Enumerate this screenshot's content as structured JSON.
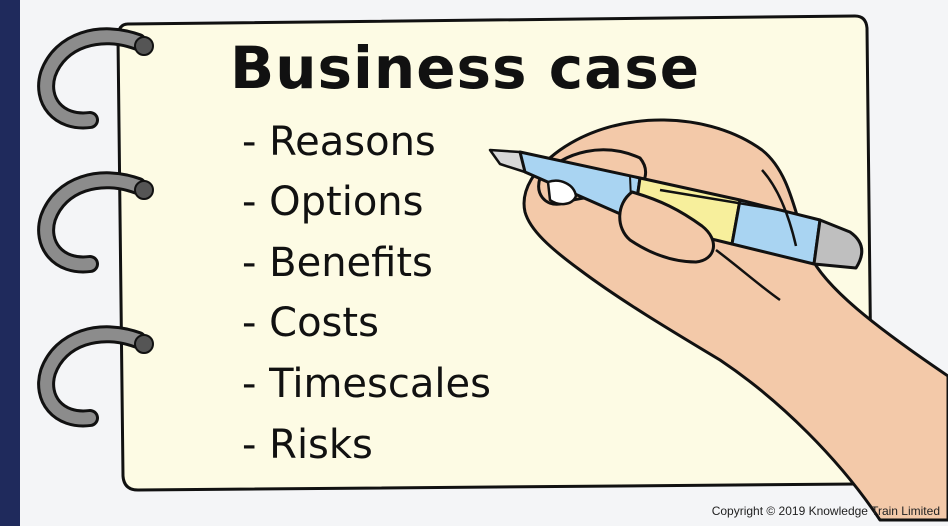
{
  "notepad": {
    "title": "Business case",
    "items": [
      {
        "label": "- Reasons"
      },
      {
        "label": "- Options"
      },
      {
        "label": "- Benefits"
      },
      {
        "label": "- Costs"
      },
      {
        "label": "- Timescales"
      },
      {
        "label": "- Risks"
      }
    ]
  },
  "footer": {
    "copyright": "Copyright © 2019 Knowledge Train Limited"
  },
  "colors": {
    "page_background": "#1f2a5c",
    "panel_background": "#f4f5f7",
    "paper": "#fdfbe4",
    "ring": "#8c8c8c",
    "skin": "#f3c9a9",
    "pen_blue": "#a9d4f2",
    "pen_yellow": "#f7ef9c"
  }
}
